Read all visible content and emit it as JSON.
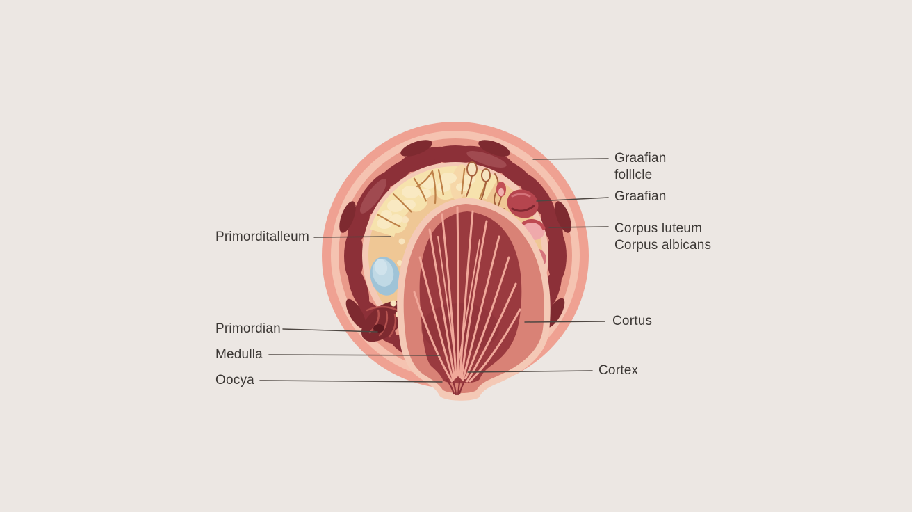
{
  "figure": {
    "type": "anatomical-diagram",
    "subject": "Ovary cross-section illustration",
    "background_color": "#ECE7E3",
    "text_color": "#3B3734",
    "leader_line_color": "#4E4742",
    "palette": {
      "outer_rim": "#EFA192",
      "outer_band_light": "#F5C3B1",
      "cortex_field": "#E99A8A",
      "stroma_lobe_dark": "#8C3038",
      "stroma_lobe_darker": "#6F2128",
      "inner_band_light": "#F4C9B6",
      "interior_tan": "#EFC795",
      "crescent_pale": "#F6E2AD",
      "vein_brown": "#BE8148",
      "follicle_crimson": "#B5454E",
      "follicle_pink": "#EFA9AB",
      "medulla_fill": "#D98276",
      "medulla_core": "#9A3A3F",
      "medulla_lines": "#F0A89A",
      "oocyte_blue": "#9FC3D7",
      "dot_cream": "#F8E4BE"
    },
    "labels_left": [
      {
        "id": "primorditalleum",
        "text": "Primorditalleum"
      },
      {
        "id": "primordian",
        "text": "Primordian"
      },
      {
        "id": "medulla",
        "text": "Medulla"
      },
      {
        "id": "oocya",
        "text": "Oocya"
      }
    ],
    "labels_right": [
      {
        "id": "graafian-follicle",
        "line1": "Graafian",
        "line2": "folllcle"
      },
      {
        "id": "graafian",
        "line1": "Graafian",
        "line2": ""
      },
      {
        "id": "corpus",
        "line1": "Corpus luteum",
        "line2": "Corpus albicans"
      },
      {
        "id": "cortus",
        "line1": "Cortus",
        "line2": ""
      },
      {
        "id": "cortex",
        "line1": "Cortex",
        "line2": ""
      }
    ]
  }
}
